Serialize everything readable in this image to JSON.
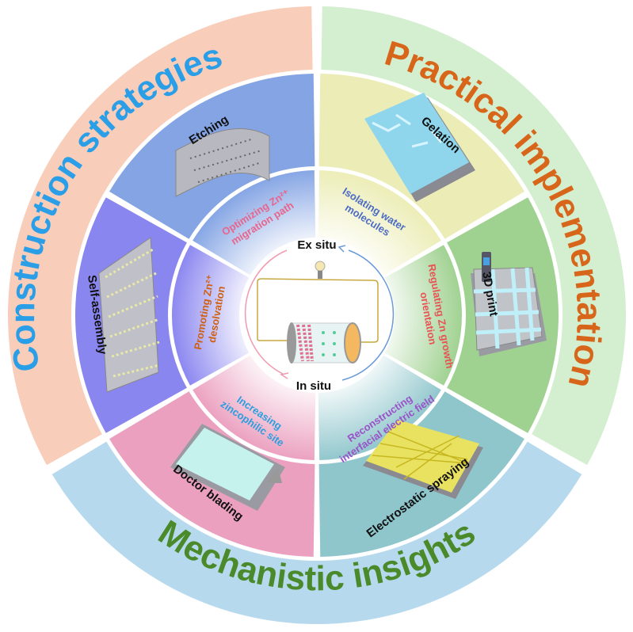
{
  "outer_ring": {
    "construction": {
      "label": "Construction strategies",
      "color": "#2a9fe8",
      "bg": "#f8cdb9"
    },
    "practical": {
      "label": "Practical implementation",
      "color": "#d8661a",
      "bg": "#d3efcf"
    },
    "mechanistic": {
      "label": "Mechanistic insights",
      "color": "#4a8a2a",
      "bg": "#b6d9ee"
    }
  },
  "techniques": [
    {
      "label": "Etching",
      "color": "#84a4e4"
    },
    {
      "label": "Gelation",
      "color": "#ecedb6"
    },
    {
      "label": "3D print",
      "color": "#9fd190"
    },
    {
      "label": "Electrostatic spraying",
      "color": "#8fc6cc"
    },
    {
      "label": "Doctor blading",
      "color": "#eba0bf"
    },
    {
      "label": "Self-assembly",
      "color": "#8a86f0"
    }
  ],
  "mechanisms": [
    {
      "line1": "Optimizing Zn²⁺",
      "line2": "migration path",
      "color": "#e8648c"
    },
    {
      "line1": "Isolating water",
      "line2": "molecules",
      "color": "#4d6cc2"
    },
    {
      "line1": "Regulating Zn growth",
      "line2": "orientation",
      "color": "#e85252"
    },
    {
      "line1": "Reconstructing",
      "line2": "interfacial electric field",
      "color": "#9a52c8"
    },
    {
      "line1": "Increasing",
      "line2": "zincophilic site",
      "color": "#2a9fe0"
    },
    {
      "line1": "Promoting Zn²⁺",
      "line2": "desolvation",
      "color": "#cf6012"
    }
  ],
  "center": {
    "top_label": "Ex situ",
    "bottom_label": "In situ"
  }
}
